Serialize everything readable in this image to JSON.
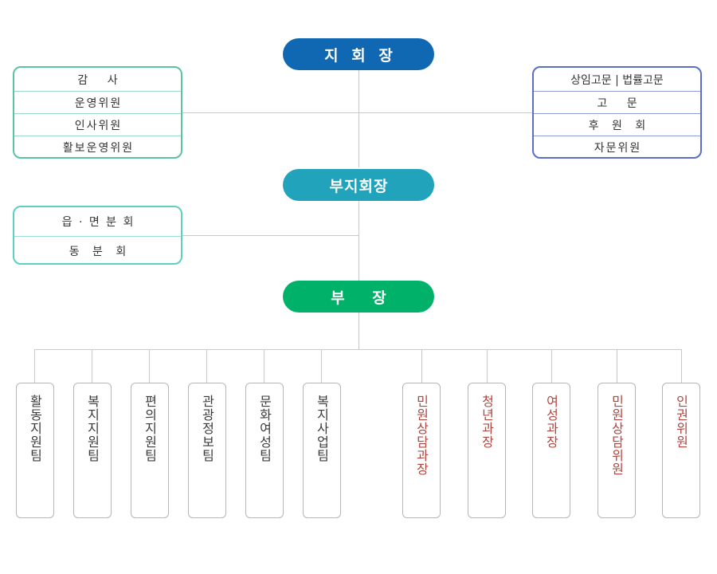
{
  "chart": {
    "title_nodes": [
      {
        "id": "chief",
        "label": "지 회 장"
      },
      {
        "id": "vice",
        "label": "부지회장"
      },
      {
        "id": "manager",
        "label": "부    장"
      }
    ],
    "colors": {
      "chief_pill": "#1068b3",
      "vice_pill": "#21a3bc",
      "manager_pill": "#00b16a",
      "audit_border": "#5cc3a0",
      "branch_border": "#5ecfc0",
      "advisor_border": "#5b6fc4",
      "dept_border": "#b6b6b6",
      "dept_text": "#3a3a3a",
      "dept_accent_text": "#b0463f",
      "connector": "#c9c9c9"
    },
    "audit_box": {
      "items": [
        {
          "label": "감    사"
        },
        {
          "label": "운영위원"
        },
        {
          "label": "인사위원"
        },
        {
          "label": "활보운영위원"
        }
      ]
    },
    "advisor_box": {
      "items": [
        {
          "label": "상임고문 | 법률고문"
        },
        {
          "label": "고    문"
        },
        {
          "label": "후 원 회"
        },
        {
          "label": "자문위원"
        }
      ]
    },
    "branch_box": {
      "items": [
        {
          "label": "읍 · 면 분 회"
        },
        {
          "label": "동 분 회"
        }
      ]
    },
    "departments": [
      {
        "label": "활동지원팀",
        "accent": false
      },
      {
        "label": "복지지원팀",
        "accent": false
      },
      {
        "label": "편의지원팀",
        "accent": false
      },
      {
        "label": "관광정보팀",
        "accent": false
      },
      {
        "label": "문화여성팀",
        "accent": false
      },
      {
        "label": "복지사업팀",
        "accent": false
      },
      {
        "label": "민원상담과장",
        "accent": true
      },
      {
        "label": "청년과장",
        "accent": true
      },
      {
        "label": "여성과장",
        "accent": true
      },
      {
        "label": "민원상담위원",
        "accent": true
      },
      {
        "label": "인권위원",
        "accent": true
      }
    ]
  }
}
